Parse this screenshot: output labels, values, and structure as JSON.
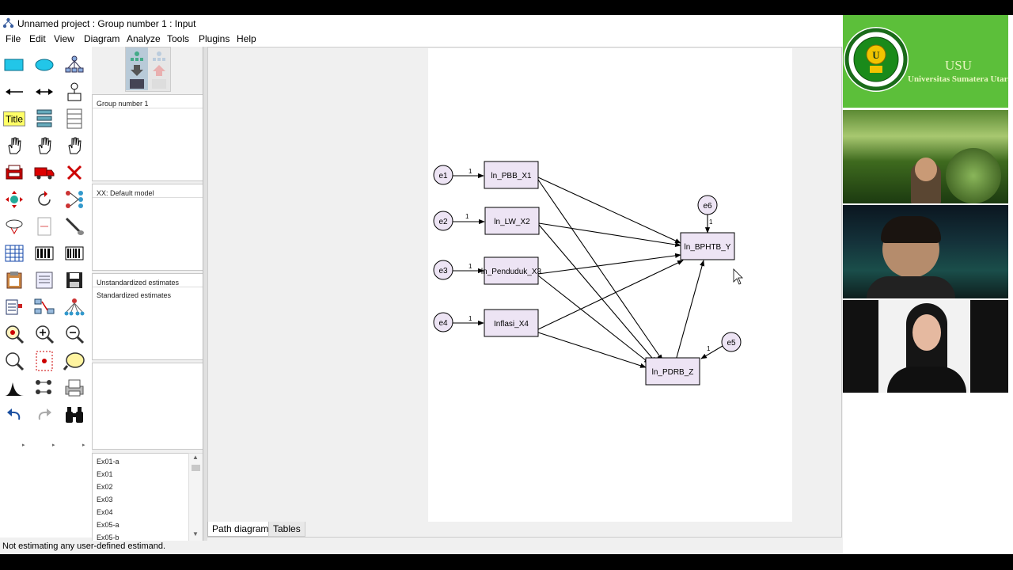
{
  "window": {
    "title": "Unnamed project : Group number 1 : Input"
  },
  "menu": [
    "File",
    "Edit",
    "View",
    "Diagram",
    "Analyze",
    "Tools",
    "Plugins",
    "Help"
  ],
  "toolbox": {
    "title_tool_label": "Title"
  },
  "panels": {
    "group": "Group number 1",
    "model": "XX: Default model",
    "estimates": [
      "Unstandardized estimates",
      "Standardized estimates"
    ],
    "files": [
      "Ex01-a",
      "Ex01",
      "Ex02",
      "Ex03",
      "Ex04",
      "Ex05-a",
      "Ex05-b"
    ]
  },
  "diagram": {
    "observed": [
      "ln_PBB_X1",
      "ln_LW_X2",
      "ln_Penduduk_X3",
      "Inflasi_X4",
      "ln_BPHTB_Y",
      "ln_PDRB_Z"
    ],
    "errors": [
      "e1",
      "e2",
      "e3",
      "e4",
      "e5",
      "e6"
    ],
    "path_weight": "1"
  },
  "tabs": [
    "Path diagram",
    "Tables"
  ],
  "status": "Not estimating any user-defined estimand.",
  "video": {
    "logo_title": "USU",
    "logo_subtitle": "Universitas Sumatera Utara",
    "brand_color": "#5cbf3a"
  }
}
